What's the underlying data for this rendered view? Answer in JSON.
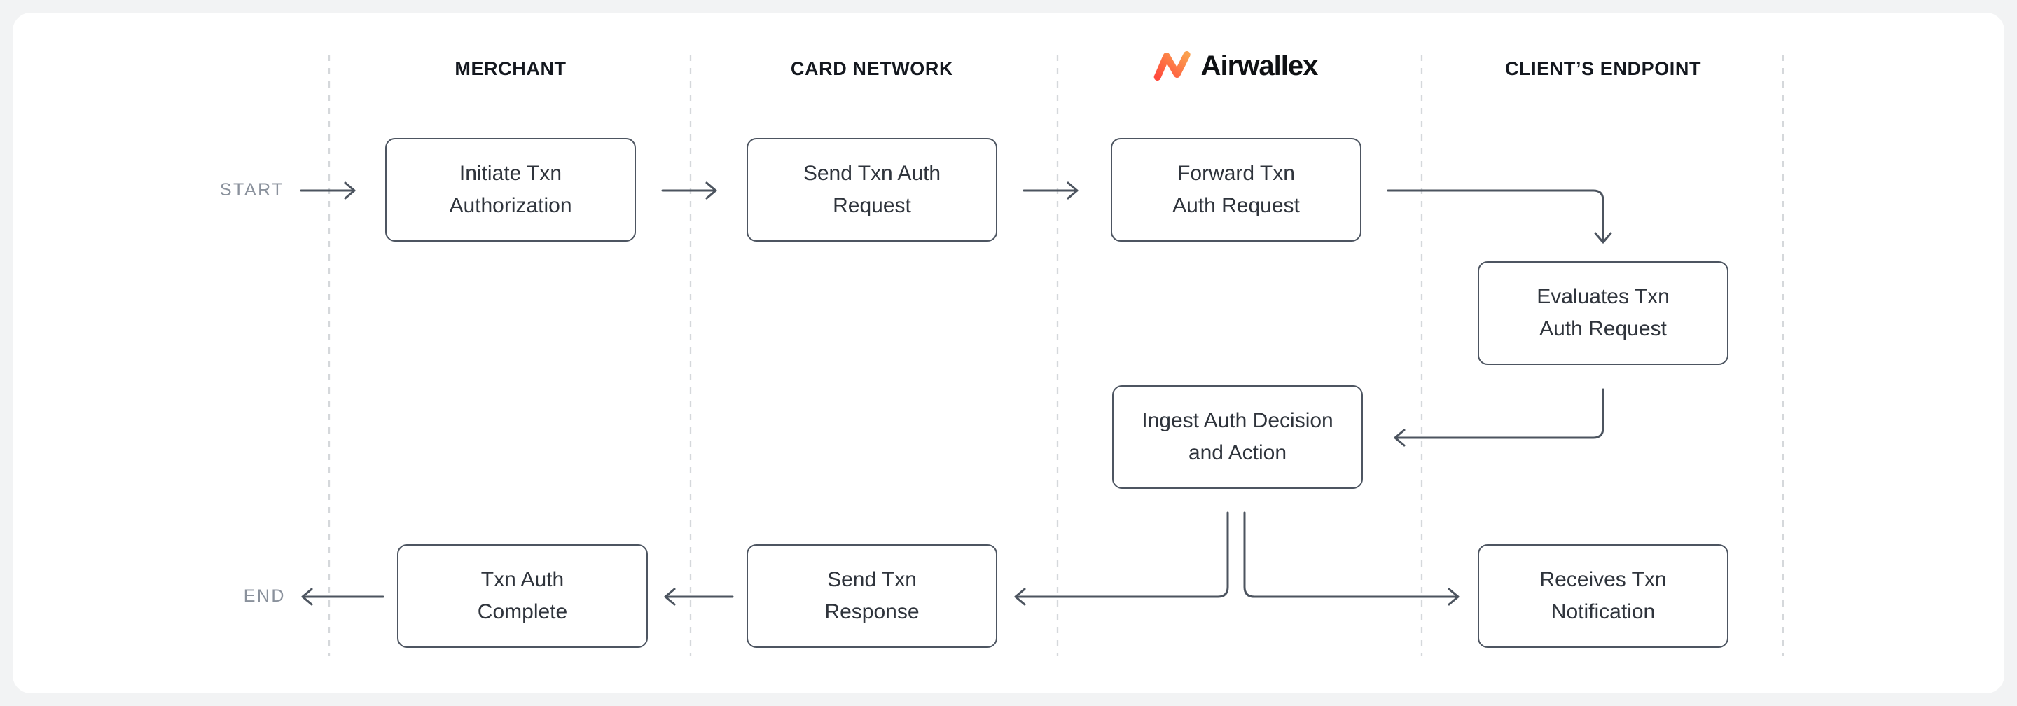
{
  "brand": {
    "wordmark": "Airwallex",
    "logomark": "airwallex-zigzag-icon",
    "logo_gradient_start": "#ff4a3c",
    "logo_gradient_end": "#fba04e"
  },
  "columns": [
    {
      "label": "MERCHANT"
    },
    {
      "label": "CARD NETWORK"
    },
    {
      "label": "Airwallex",
      "is_logo": true
    },
    {
      "label": "CLIENT’S ENDPOINT"
    }
  ],
  "markers": {
    "start": "START",
    "end": "END"
  },
  "nodes": {
    "initiate": {
      "column": "MERCHANT",
      "lines": [
        "Initiate Txn",
        "Authorization"
      ]
    },
    "send_auth": {
      "column": "CARD NETWORK",
      "lines": [
        "Send Txn Auth",
        "Request"
      ]
    },
    "forward": {
      "column": "Airwallex",
      "lines": [
        "Forward Txn",
        "Auth Request"
      ]
    },
    "evaluates": {
      "column": "CLIENT’S ENDPOINT",
      "lines": [
        "Evaluates Txn",
        "Auth Request"
      ]
    },
    "ingest": {
      "column": "Airwallex",
      "lines": [
        "Ingest Auth Decision",
        "and Action"
      ]
    },
    "complete": {
      "column": "MERCHANT",
      "lines": [
        "Txn Auth",
        "Complete"
      ]
    },
    "send_response": {
      "column": "CARD NETWORK",
      "lines": [
        "Send Txn",
        "Response"
      ]
    },
    "receives": {
      "column": "CLIENT’S ENDPOINT",
      "lines": [
        "Receives Txn",
        "Notification"
      ]
    }
  },
  "edges": [
    {
      "from": "START",
      "to": "initiate"
    },
    {
      "from": "initiate",
      "to": "send_auth"
    },
    {
      "from": "send_auth",
      "to": "forward"
    },
    {
      "from": "forward",
      "to": "evaluates"
    },
    {
      "from": "evaluates",
      "to": "ingest"
    },
    {
      "from": "ingest",
      "to": "send_response"
    },
    {
      "from": "ingest",
      "to": "receives"
    },
    {
      "from": "send_response",
      "to": "complete"
    },
    {
      "from": "complete",
      "to": "END"
    }
  ],
  "colors": {
    "background": "#f2f3f4",
    "card": "#ffffff",
    "connector": "#4c545f",
    "box_border": "#4d5561",
    "box_text": "#2f343c",
    "header_text": "#14181f",
    "muted_label": "#8a919c",
    "divider": "#d5d8db"
  }
}
